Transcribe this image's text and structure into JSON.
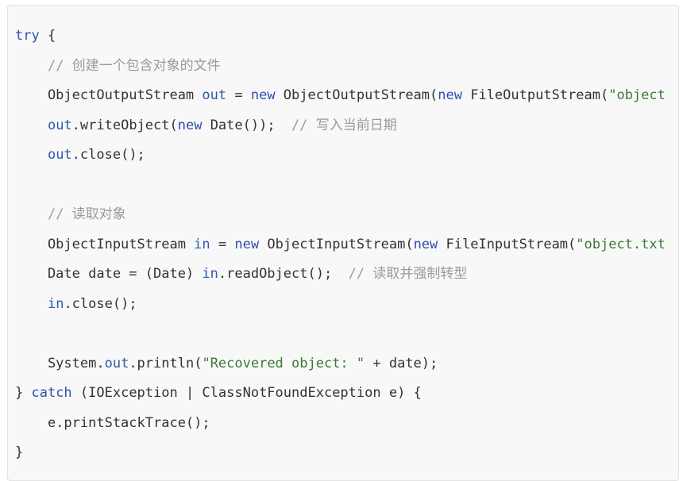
{
  "code_block": {
    "colors": {
      "background": "#f8f8f9",
      "border": "#e3e3e6",
      "plain": "#333333",
      "keyword": "#2f4fb0",
      "identifier": "#2d5aa8",
      "string": "#3a7a34",
      "comment": "#9a9a9a"
    },
    "lines": [
      [
        {
          "t": "keyword",
          "v": "try"
        },
        {
          "t": "plain",
          "v": " {"
        }
      ],
      [
        {
          "t": "plain",
          "v": "    "
        },
        {
          "t": "comment",
          "v": "// 创建一个包含对象的文件"
        }
      ],
      [
        {
          "t": "plain",
          "v": "    ObjectOutputStream "
        },
        {
          "t": "ident",
          "v": "out"
        },
        {
          "t": "plain",
          "v": " = "
        },
        {
          "t": "keyword",
          "v": "new"
        },
        {
          "t": "plain",
          "v": " ObjectOutputStream("
        },
        {
          "t": "keyword",
          "v": "new"
        },
        {
          "t": "plain",
          "v": " FileOutputStream("
        },
        {
          "t": "string",
          "v": "\"object"
        }
      ],
      [
        {
          "t": "plain",
          "v": "    "
        },
        {
          "t": "ident",
          "v": "out"
        },
        {
          "t": "plain",
          "v": ".writeObject("
        },
        {
          "t": "keyword",
          "v": "new"
        },
        {
          "t": "plain",
          "v": " Date());  "
        },
        {
          "t": "comment",
          "v": "// 写入当前日期"
        }
      ],
      [
        {
          "t": "plain",
          "v": "    "
        },
        {
          "t": "ident",
          "v": "out"
        },
        {
          "t": "plain",
          "v": ".close();"
        }
      ],
      [],
      [
        {
          "t": "plain",
          "v": "    "
        },
        {
          "t": "comment",
          "v": "// 读取对象"
        }
      ],
      [
        {
          "t": "plain",
          "v": "    ObjectInputStream "
        },
        {
          "t": "ident",
          "v": "in"
        },
        {
          "t": "plain",
          "v": " = "
        },
        {
          "t": "keyword",
          "v": "new"
        },
        {
          "t": "plain",
          "v": " ObjectInputStream("
        },
        {
          "t": "keyword",
          "v": "new"
        },
        {
          "t": "plain",
          "v": " FileInputStream("
        },
        {
          "t": "string",
          "v": "\"object.txt"
        }
      ],
      [
        {
          "t": "plain",
          "v": "    Date date = (Date) "
        },
        {
          "t": "ident",
          "v": "in"
        },
        {
          "t": "plain",
          "v": ".readObject();  "
        },
        {
          "t": "comment",
          "v": "// 读取并强制转型"
        }
      ],
      [
        {
          "t": "plain",
          "v": "    "
        },
        {
          "t": "ident",
          "v": "in"
        },
        {
          "t": "plain",
          "v": ".close();"
        }
      ],
      [],
      [
        {
          "t": "plain",
          "v": "    System."
        },
        {
          "t": "ident",
          "v": "out"
        },
        {
          "t": "plain",
          "v": ".println("
        },
        {
          "t": "string",
          "v": "\"Recovered object: \""
        },
        {
          "t": "plain",
          "v": " + date);"
        }
      ],
      [
        {
          "t": "plain",
          "v": "} "
        },
        {
          "t": "keyword",
          "v": "catch"
        },
        {
          "t": "plain",
          "v": " (IOException | ClassNotFoundException e) {"
        }
      ],
      [
        {
          "t": "plain",
          "v": "    e.printStackTrace();"
        }
      ],
      [
        {
          "t": "plain",
          "v": "}"
        }
      ]
    ]
  }
}
